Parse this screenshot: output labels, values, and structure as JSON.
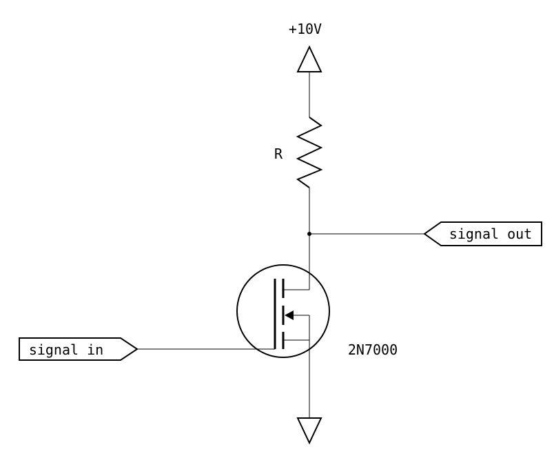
{
  "labels": {
    "supply": "+10V",
    "resistor": "R",
    "output_port": "signal out",
    "input_port": "signal in",
    "transistor": "2N7000"
  },
  "colors": {
    "ink": "#000000",
    "background": "#ffffff"
  }
}
